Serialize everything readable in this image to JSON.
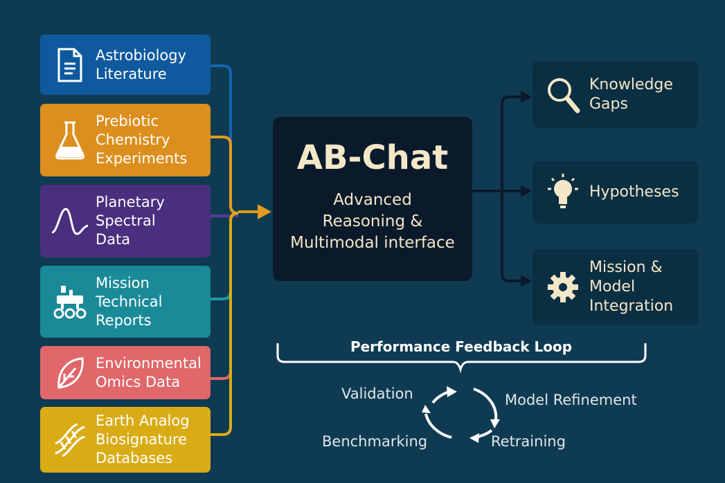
{
  "sources": [
    {
      "label": "Astrobiology\nLiterature",
      "icon": "document-icon",
      "color": "#0f5a9e"
    },
    {
      "label": "Prebiotic\nChemistry\nExperiments",
      "icon": "flask-icon",
      "color": "#dc8f1e"
    },
    {
      "label": "Planetary\nSpectral\nData",
      "icon": "spectrum-wave-icon",
      "color": "#4a2f7e"
    },
    {
      "label": "Mission\nTechnical\nReports",
      "icon": "rover-icon",
      "color": "#1a8a98"
    },
    {
      "label": "Environmental\nOmics Data",
      "icon": "leaf-icon",
      "color": "#e0676a"
    },
    {
      "label": "Earth Analog\nBiosignature\nDatabases",
      "icon": "dna-icon",
      "color": "#d9ac16"
    }
  ],
  "core": {
    "title": "AB-Chat",
    "subtitle": "Advanced\nReasoning &\nMultimodal interface"
  },
  "outputs": [
    {
      "label": "Knowledge\nGaps",
      "icon": "magnifier-icon"
    },
    {
      "label": "Hypotheses",
      "icon": "lightbulb-icon"
    },
    {
      "label": "Mission &\nModel\nIntegration",
      "icon": "gear-icon"
    }
  ],
  "feedback": {
    "title": "Performance Feedback Loop",
    "validation": "Validation",
    "refinement": "Model Refinement",
    "benchmarking": "Benchmarking",
    "retraining": "Retraining"
  }
}
